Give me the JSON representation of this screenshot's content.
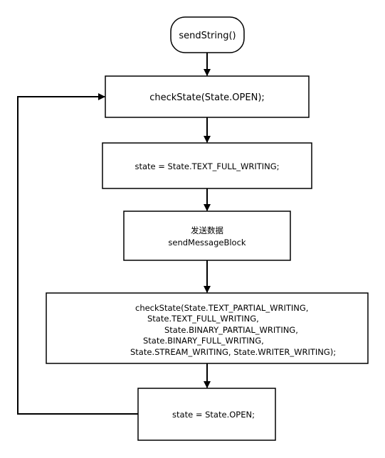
{
  "nodes": {
    "start": {
      "label": "sendString()"
    },
    "check_open": {
      "label": "checkState(State.OPEN);"
    },
    "set_text_full": {
      "label": "state = State.TEXT_FULL_WRITING;"
    },
    "send_data": {
      "lines": [
        "发送数据",
        "sendMessageBlock"
      ]
    },
    "check_writing": {
      "lines": [
        "checkState(State.TEXT_PARTIAL_WRITING,",
        "State.TEXT_FULL_WRITING,",
        "State.BINARY_PARTIAL_WRITING,",
        "State.BINARY_FULL_WRITING,",
        "State.STREAM_WRITING, State.WRITER_WRITING);"
      ]
    },
    "set_open": {
      "label": "state = State.OPEN;"
    }
  },
  "colors": {
    "stroke": "#000000",
    "fill": "#ffffff",
    "text": "#000000"
  }
}
